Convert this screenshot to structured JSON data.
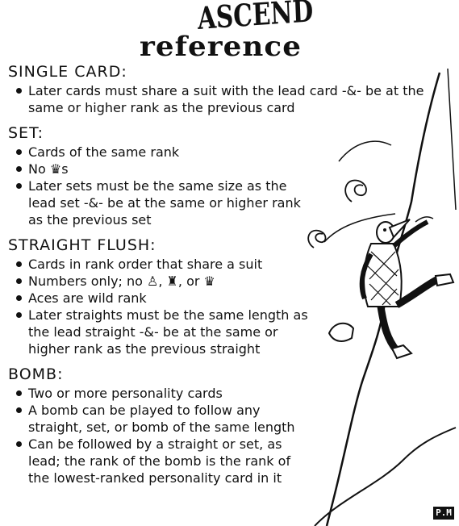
{
  "title": {
    "game_name": "ASCEND",
    "subtitle": "reference"
  },
  "sections": [
    {
      "heading": "SINGLE CARD:",
      "items": [
        "Later cards must share a suit with the lead card -&- be at the same or higher rank as the previous card"
      ]
    },
    {
      "heading": "SET:",
      "items": [
        "Cards of the same rank",
        "No ♛s",
        "Later sets must be the same size as the lead set -&- be at the same or higher rank as the previous set"
      ]
    },
    {
      "heading": "STRAIGHT FLUSH:",
      "items": [
        "Cards in rank order that share a suit",
        "Numbers only; no ♙, ♜, or ♛",
        "Aces are wild rank",
        "Later straights must be the same length as the lead straight -&- be at the same or higher rank as the previous straight"
      ]
    },
    {
      "heading": "BOMB:",
      "items": [
        "Two or more personality cards",
        "A bomb can be played to follow any straight, set, or bomb of the same length",
        "Can be followed by a straight or set, as lead; the rank of the bomb is the rank of the lowest-ranked personality card in it"
      ]
    }
  ],
  "logo": {
    "text": "P.M"
  }
}
